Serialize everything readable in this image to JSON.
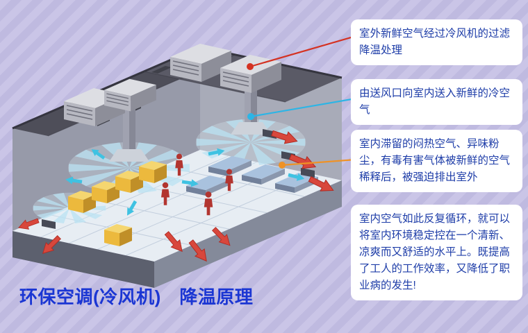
{
  "title": {
    "text": "环保空调(冷风机)　降温原理",
    "color": "#1b36d3"
  },
  "callouts": [
    {
      "text": "室外新鲜空气经过冷风机的过滤降温处理",
      "connector_color": "#d43222"
    },
    {
      "text": "由送风口向室内送入新鲜的冷空气",
      "connector_color": "#2cb5e6"
    },
    {
      "text": "室内滞留的闷热空气、异味粉尘，有毒有害气体被新鲜的空气稀释后，被强迫排出室外",
      "connector_color": "#ef9226"
    },
    {
      "text": "室内空气如此反复循环，就可以将室内环境稳定控在一个清新、凉爽而又舒适的水平上。既提高了工人的工作效率，又降低了职业病的发生!"
    }
  ],
  "diagram": {
    "type": "isometric-factory-cooling-schematic",
    "elements": [
      "rooftop-evaporative-coolers",
      "supply-air-ducts",
      "radial-cool-airflow",
      "hot-air-exhaust-arrows",
      "workers",
      "machines",
      "workbenches"
    ],
    "colors": {
      "cool_air": "#3fc2e2",
      "hot_air": "#d8473c",
      "roof": "#4e4e59",
      "floor": "#e7edf3",
      "background_stripe_light": "#cac5e7",
      "background_stripe_dark": "#bfbae0",
      "callout_bg": "#ffffff",
      "callout_text": "#1e3da8"
    }
  }
}
